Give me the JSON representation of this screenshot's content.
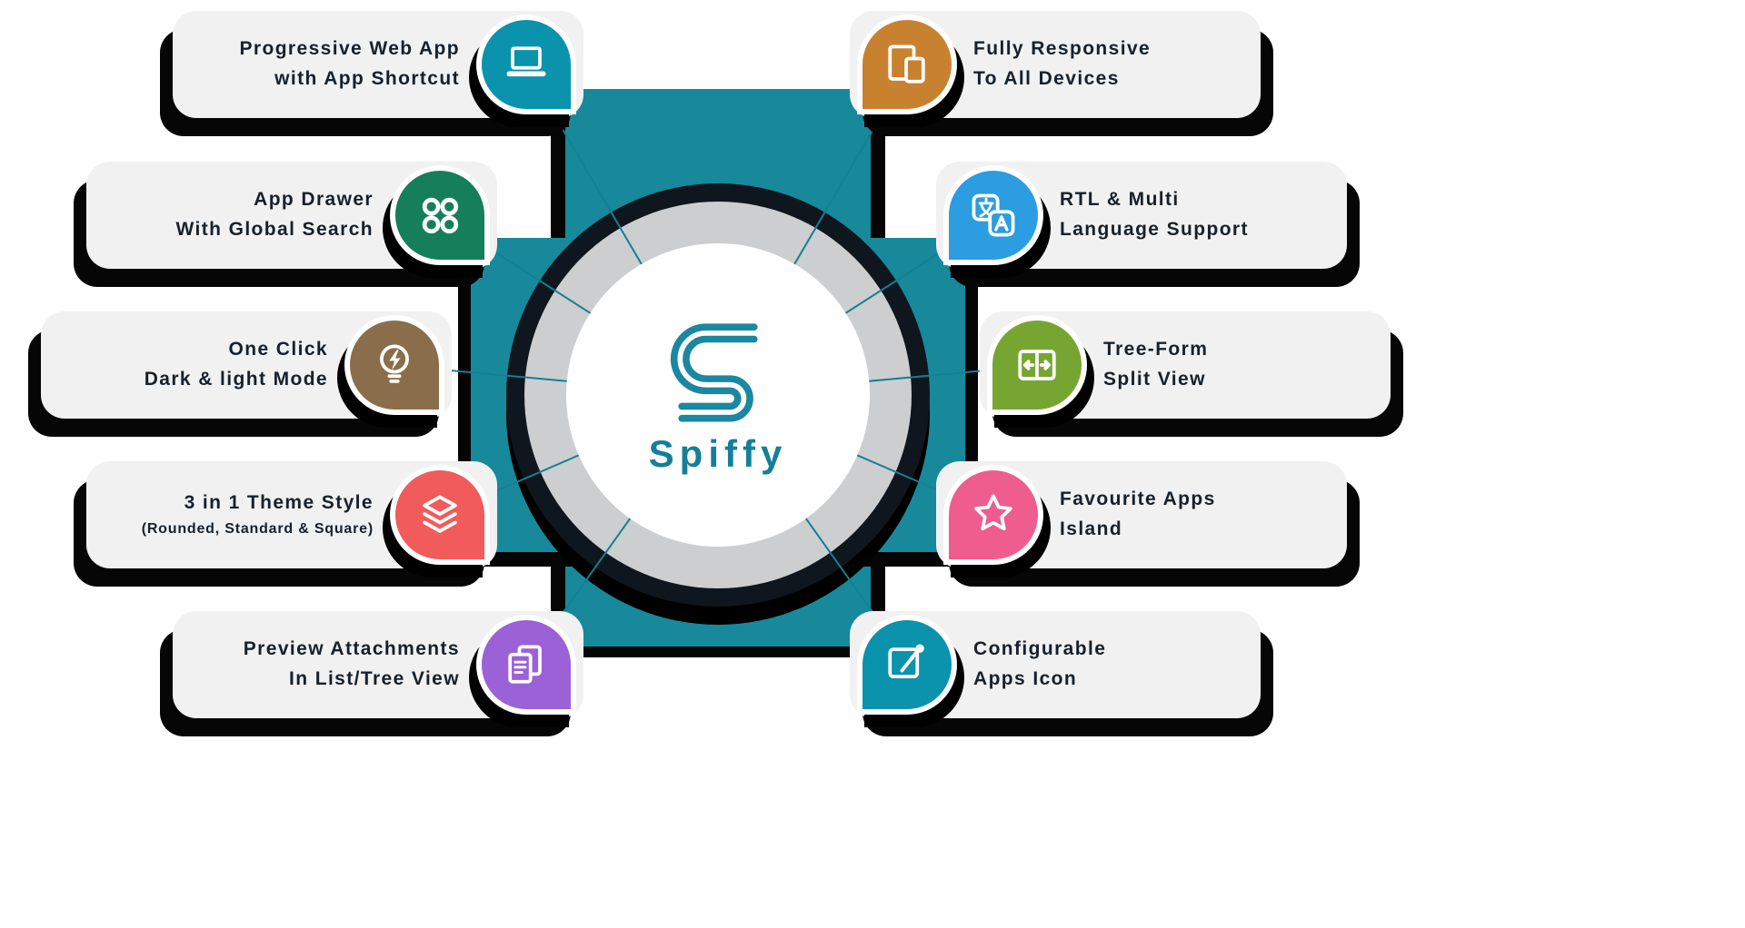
{
  "center": {
    "title": "Spiffy",
    "brand_color": "#157f99",
    "hub_color": "#17899b"
  },
  "features": {
    "left": [
      {
        "line1": "Progressive Web App",
        "line2": "with App Shortcut",
        "color": "#0b93ad",
        "icon": "laptop-icon"
      },
      {
        "line1": "App Drawer",
        "line2": "With Global Search",
        "color": "#157e5b",
        "icon": "app-grid-icon"
      },
      {
        "line1": "One Click",
        "line2": "Dark & light Mode",
        "color": "#8a6e4b",
        "icon": "lightbulb-bolt-icon"
      },
      {
        "line1": "3 in 1 Theme Style",
        "line2": "(Rounded, Standard & Square)",
        "color": "#f15b5b",
        "icon": "layers-icon"
      },
      {
        "line1": "Preview Attachments",
        "line2": "In List/Tree View",
        "color": "#9b61d6",
        "icon": "documents-icon"
      }
    ],
    "right": [
      {
        "line1": "Fully Responsive",
        "line2": "To All Devices",
        "color": "#c8822f",
        "icon": "devices-icon"
      },
      {
        "line1": "RTL & Multi",
        "line2": "Language Support",
        "color": "#2b9de0",
        "icon": "translate-icon"
      },
      {
        "line1": "Tree-Form",
        "line2": "Split View",
        "color": "#77a532",
        "icon": "split-view-icon"
      },
      {
        "line1": "Favourite Apps",
        "line2": "Island",
        "color": "#ee5d8d",
        "icon": "star-icon"
      },
      {
        "line1": "Configurable",
        "line2": "Apps Icon",
        "color": "#0b93ad",
        "icon": "configure-icon"
      }
    ]
  }
}
